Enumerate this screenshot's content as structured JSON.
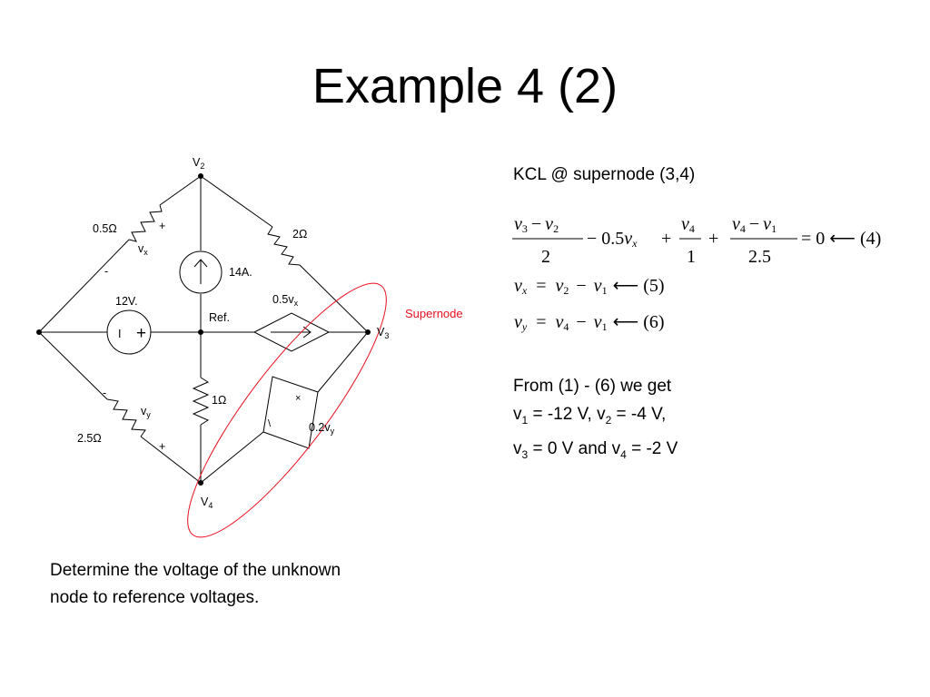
{
  "title": "Example 4 (2)",
  "circuit": {
    "nodes": {
      "v2": "V",
      "v2_sub": "2",
      "v3": "V",
      "v3_sub": "3",
      "v4": "V",
      "v4_sub": "4",
      "ref": "Ref."
    },
    "resistors": {
      "r05": "0.5Ω",
      "r2": "2Ω",
      "r1": "1Ω",
      "r25": "2.5Ω"
    },
    "sources": {
      "current": "14A.",
      "voltage": "12V.",
      "voltage_plus": "+",
      "voltage_minus": "I",
      "vccs_label": "0.5v",
      "vccs_sub": "x",
      "vcvs_label": "0.2v",
      "vcvs_sub": "y",
      "vcvs_plus": "×",
      "vcvs_minus": "\\"
    },
    "vx": {
      "label": "v",
      "sub": "x",
      "plus": "+",
      "minus": "-"
    },
    "vy": {
      "label": "v",
      "sub": "y",
      "plus": "+",
      "minus": "-"
    },
    "supernode_label": "Supernode",
    "supernode_color": "#e8101f"
  },
  "kcl": {
    "heading": "KCL @ supernode (3,4)",
    "eq4": {
      "f1_num_a": "v",
      "f1_num_a_sub": "3",
      "f1_minus": "−",
      "f1_num_b": "v",
      "f1_num_b_sub": "2",
      "f1_den": "2",
      "term2": "− 0.5",
      "term2_v": "v",
      "term2_sub": "x",
      "plus1": "+",
      "f2_num": "v",
      "f2_num_sub": "4",
      "f2_den": "1",
      "plus2": "+",
      "f3_num_a": "v",
      "f3_num_a_sub": "4",
      "f3_minus": "−",
      "f3_num_b": "v",
      "f3_num_b_sub": "1",
      "f3_den": "2.5",
      "rhs": "= 0 ⟵ (4)"
    },
    "eq5": {
      "lhs": "v",
      "lhs_sub": "x",
      "eq": "=",
      "a": "v",
      "a_sub": "2",
      "minus": "−",
      "b": "v",
      "b_sub": "1",
      "tag": "⟵ (5)"
    },
    "eq6": {
      "lhs": "v",
      "lhs_sub": "y",
      "eq": "=",
      "a": "v",
      "a_sub": "4",
      "minus": "−",
      "b": "v",
      "b_sub": "1",
      "tag": "⟵ (6)"
    }
  },
  "result": {
    "line1": "From (1) - (6) we get",
    "l2_a": "v",
    "l2_a_sub": "1",
    "l2_b": " = -12 V, v",
    "l2_b_sub": "2",
    "l2_c": " = -4 V,",
    "l3_a": "v",
    "l3_a_sub": "3",
    "l3_b": " = 0 V and v",
    "l3_b_sub": "4",
    "l3_c": " = -2 V"
  },
  "description": {
    "line1": "Determine the voltage of the unknown",
    "line2": "node to reference voltages."
  }
}
